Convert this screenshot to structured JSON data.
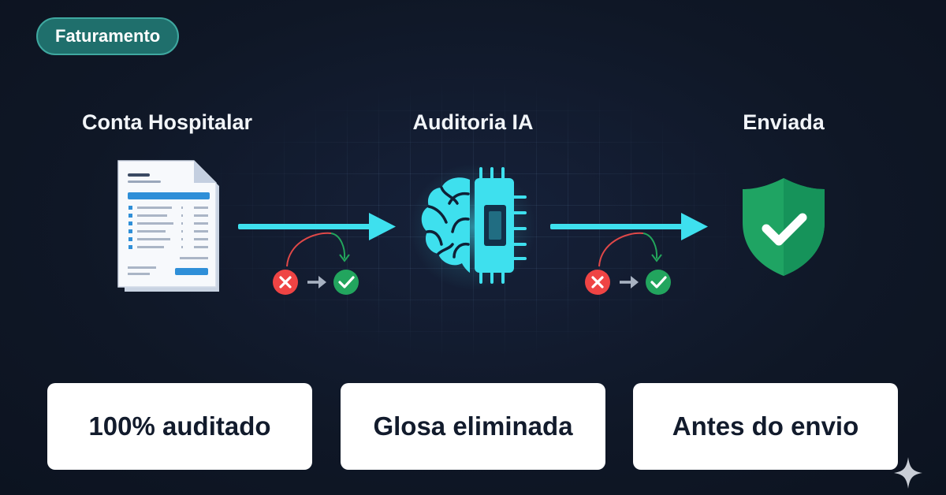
{
  "badge": "Faturamento",
  "stages": [
    {
      "label": "Conta Hospitalar",
      "icon": "hospital-bill-document-icon"
    },
    {
      "label": "Auditoria IA",
      "icon": "ai-brain-chip-icon"
    },
    {
      "label": "Enviada",
      "icon": "shield-check-icon"
    }
  ],
  "features": [
    "100% auditado",
    "Glosa eliminada",
    "Antes do envio"
  ],
  "colors": {
    "background": "#101828",
    "accent": "#3ee0ee",
    "badge": "#1f6f6c",
    "error": "#ef4444",
    "success": "#22a55e",
    "shield": "#1fa463"
  }
}
